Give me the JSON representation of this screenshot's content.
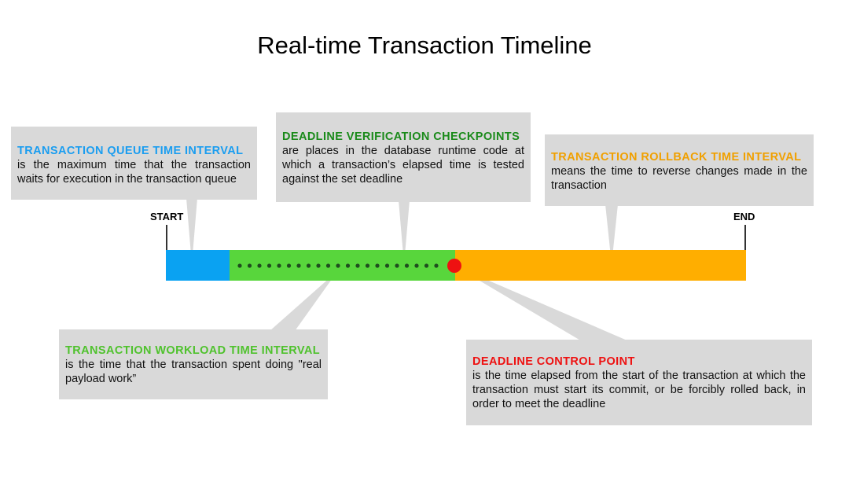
{
  "title": "Real-time Transaction Timeline",
  "labels": {
    "start": "START",
    "end": "END"
  },
  "colors": {
    "queue": "#0aa2f2",
    "workload": "#58d63c",
    "rollback": "#ffae00",
    "control_point": "#ee1111",
    "callout_bg": "#d9d9d9"
  },
  "callouts": {
    "queue": {
      "heading": "TRANSACTION QUEUE TIME INTERVAL",
      "body": "is the maximum time that the transaction waits for execution in the transaction queue"
    },
    "checkpoints": {
      "heading": "DEADLINE VERIFICATION CHECKPOINTS",
      "body": "are places in the database runtime code at which a transaction’s elapsed time is tested against the set deadline"
    },
    "rollback": {
      "heading": "TRANSACTION ROLLBACK TIME INTERVAL",
      "body": "means the time to reverse changes made in the transaction"
    },
    "workload": {
      "heading": "TRANSACTION WORKLOAD TIME INTERVAL",
      "body": "is the time that the transaction spent doing \"real payload work”"
    },
    "control": {
      "heading": "DEADLINE CONTROL POINT",
      "body": "is the time elapsed from the start of the transaction at which the transaction must start its commit, or be forcibly rolled back, in order to meet the deadline"
    }
  }
}
